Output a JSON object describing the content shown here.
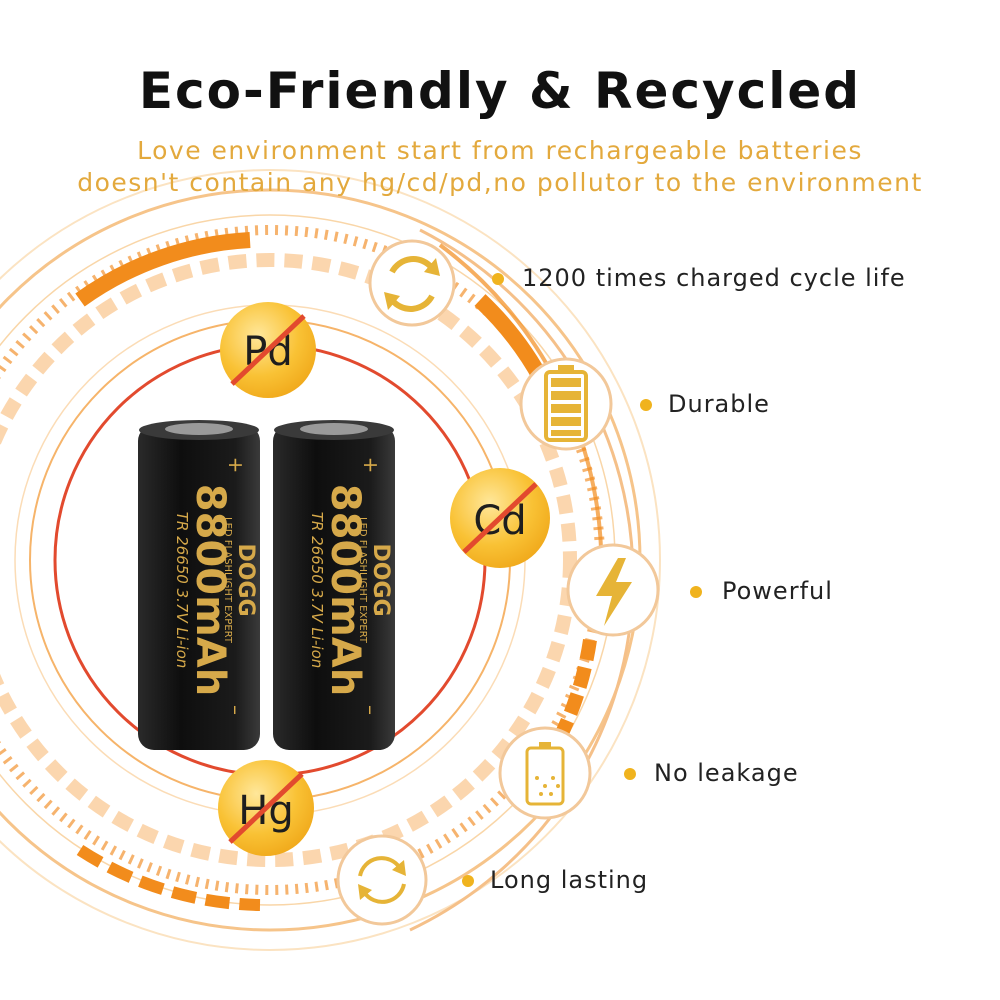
{
  "heading": {
    "title": "Eco-Friendly & Recycled",
    "subtitle_line1": "Love environment start from rechargeable batteries",
    "subtitle_line2": "doesn't contain any hg/cd/pd,no pollutor to the environment"
  },
  "banned_metals": [
    "Pd",
    "Cd",
    "Hg"
  ],
  "features": [
    {
      "label": "1200 times charged cycle life",
      "icon": "recycle-arrows-icon"
    },
    {
      "label": "Durable",
      "icon": "battery-level-icon"
    },
    {
      "label": "Powerful",
      "icon": "lightning-bolt-icon"
    },
    {
      "label": "No leakage",
      "icon": "battery-leak-icon"
    },
    {
      "label": "Long lasting",
      "icon": "circular-arrows-icon"
    }
  ],
  "battery": {
    "brand": "DOGG",
    "tagline": "LED FLASHLIGHT EXPERT",
    "capacity": "8800mAh",
    "spec": "TR 26650 3.7V Li-ion",
    "plus": "+",
    "minus": "–"
  },
  "colors": {
    "accent_orange": "#f28c1c",
    "accent_gold": "#f0b31e",
    "subtitle_gold": "#e3a93d",
    "ring_red": "#e24a2e",
    "battery_body": "#141414",
    "battery_text": "#d6a94a"
  }
}
